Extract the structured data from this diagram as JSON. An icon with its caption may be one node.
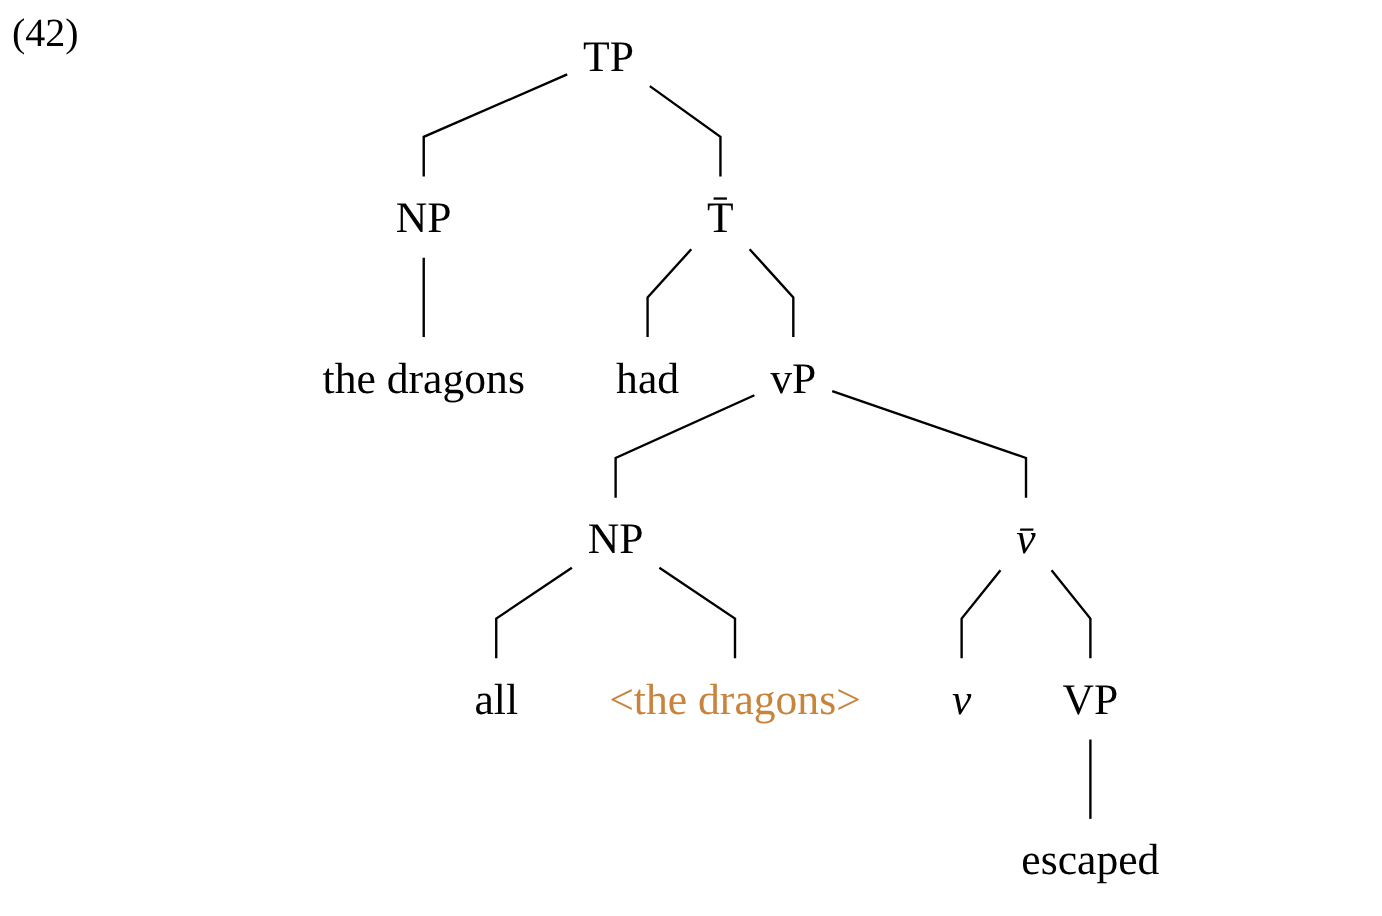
{
  "diagram": {
    "nodes": [
      {
        "text": [
          "TP"
        ]
      },
      {
        "text": [
          "NP"
        ]
      },
      {
        "text": [
          "T̄"
        ]
      },
      {
        "text": [
          "the dragons"
        ]
      },
      {
        "text": [
          "had"
        ]
      },
      {
        "text": [
          "vP"
        ]
      },
      {
        "text": [
          "NP"
        ]
      },
      {
        "text": [
          "v̄"
        ]
      },
      {
        "text": [
          "all"
        ]
      },
      {
        "text": [
          "<the dragons>"
        ]
      },
      {
        "text": [
          "v"
        ]
      },
      {
        "text": [
          "VP"
        ]
      },
      {
        "text": [
          "escaped"
        ]
      }
    ],
    "edges": [
      {
        "from": 0,
        "to": 1,
        "arrow": "none"
      },
      {
        "from": 0,
        "to": 2,
        "arrow": "none"
      },
      {
        "from": 1,
        "to": 3,
        "arrow": "none"
      },
      {
        "from": 2,
        "to": 4,
        "arrow": "none"
      },
      {
        "from": 2,
        "to": 5,
        "arrow": "none"
      },
      {
        "from": 5,
        "to": 6,
        "arrow": "none"
      },
      {
        "from": 5,
        "to": 7,
        "arrow": "none"
      },
      {
        "from": 6,
        "to": 8,
        "arrow": "none"
      },
      {
        "from": 6,
        "to": 9,
        "arrow": "none"
      },
      {
        "from": 7,
        "to": 10,
        "arrow": "none"
      },
      {
        "from": 7,
        "to": 11,
        "arrow": "none"
      },
      {
        "from": 11,
        "to": 12,
        "arrow": "none"
      }
    ],
    "labels": [
      "(42)"
    ]
  }
}
